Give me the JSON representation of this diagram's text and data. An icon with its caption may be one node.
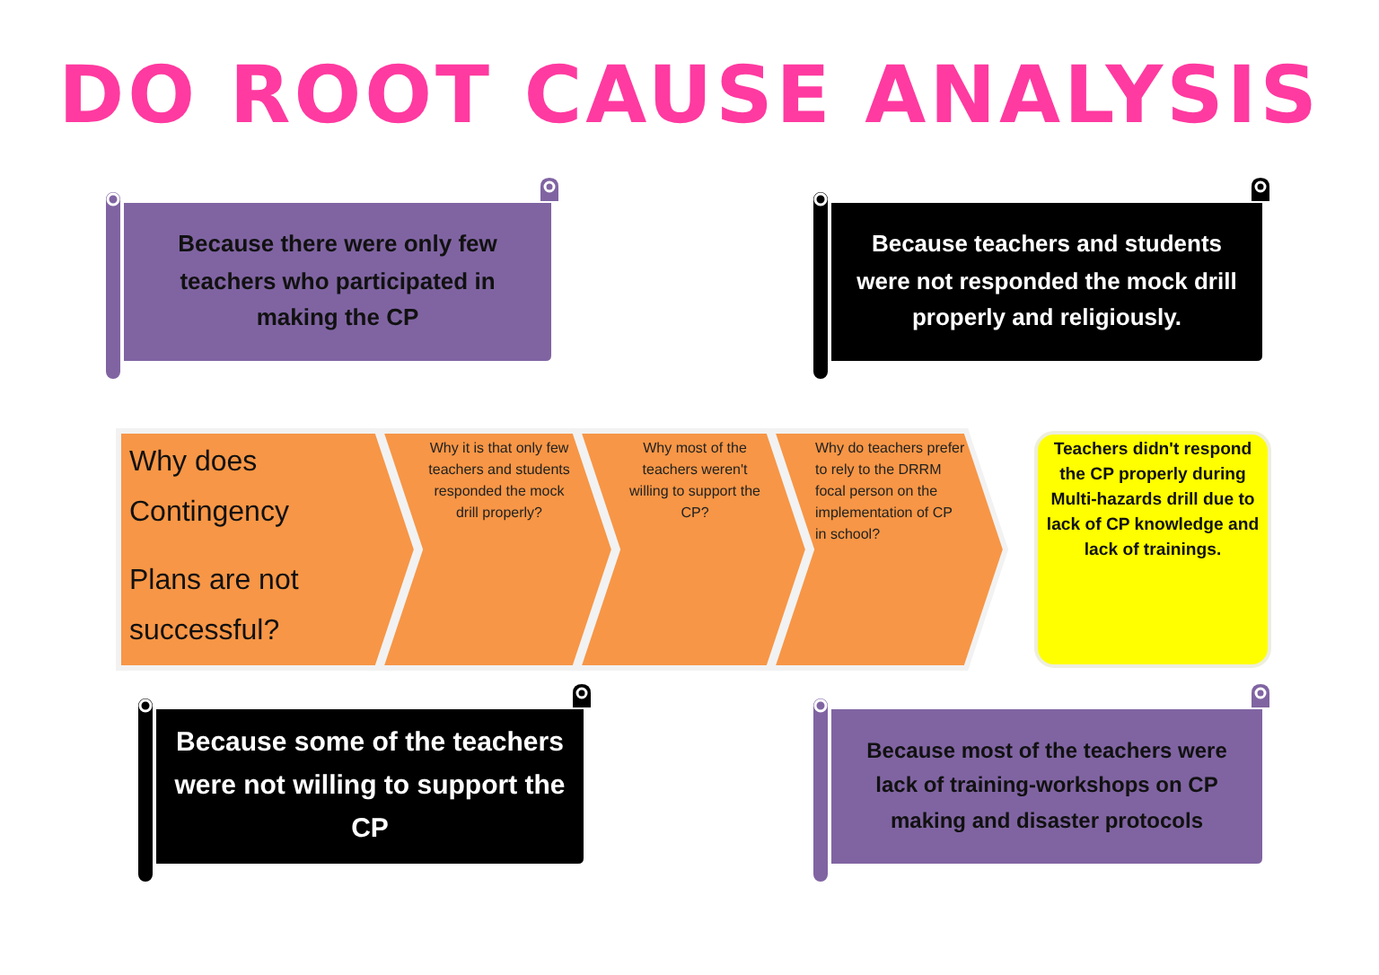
{
  "diagram": {
    "title": "DO ROOT CAUSE ANALYSIS",
    "nodes": [
      {
        "text": [
          "Because there were only few teachers who participated in making the CP"
        ]
      },
      {
        "text": [
          "Because teachers and students were not responded the mock drill properly and religiously."
        ]
      },
      {
        "text": [
          "Why does Contingency",
          "Plans are not successful?"
        ]
      },
      {
        "text": [
          "Why it is that only few teachers and students responded the mock drill properly?"
        ]
      },
      {
        "text": [
          "Why most of the teachers weren't willing to support the CP?"
        ]
      },
      {
        "text": [
          "Why do teachers prefer to rely to the DRRM focal person on the implementation of CP in school?"
        ]
      },
      {
        "text": [
          "Teachers didn't respond the CP properly during Multi-hazards drill due to lack of CP knowledge and lack of trainings."
        ]
      },
      {
        "text": [
          "Because some of the teachers were not willing to support the CP"
        ]
      },
      {
        "text": [
          "Because most of the teachers were lack of training-workshops on CP making and disaster protocols"
        ]
      }
    ],
    "edges": []
  }
}
